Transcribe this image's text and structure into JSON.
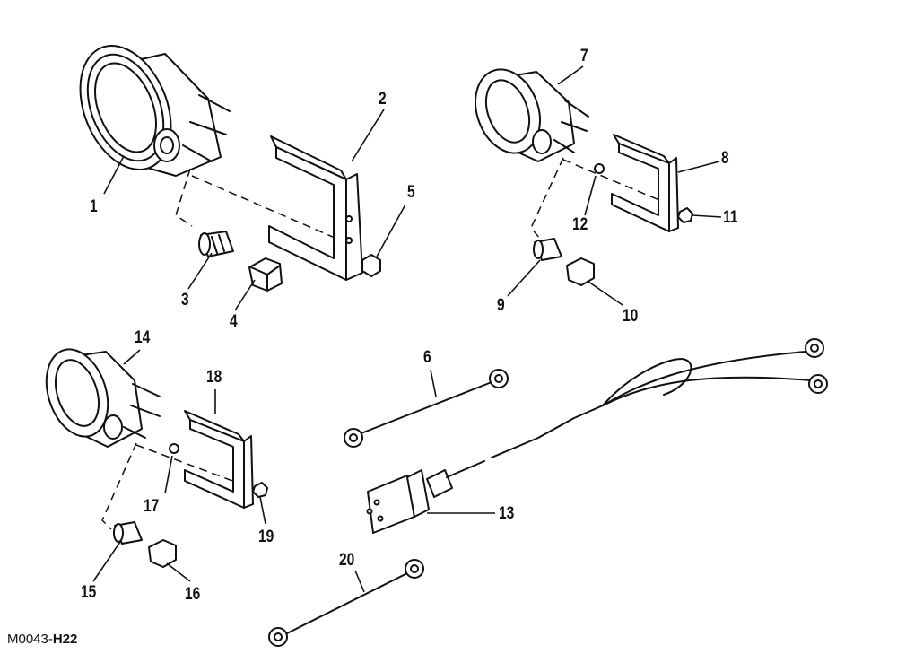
{
  "drawing_code": {
    "prefix": "M0043-",
    "suffix": "H22"
  },
  "callouts": {
    "c1": "1",
    "c2": "2",
    "c3": "3",
    "c4": "4",
    "c5": "5",
    "c6": "6",
    "c7": "7",
    "c8": "8",
    "c9": "9",
    "c10": "10",
    "c11": "11",
    "c12": "12",
    "c13": "13",
    "c14": "14",
    "c15": "15",
    "c16": "16",
    "c17": "17",
    "c18": "18",
    "c19": "19",
    "c20": "20"
  }
}
